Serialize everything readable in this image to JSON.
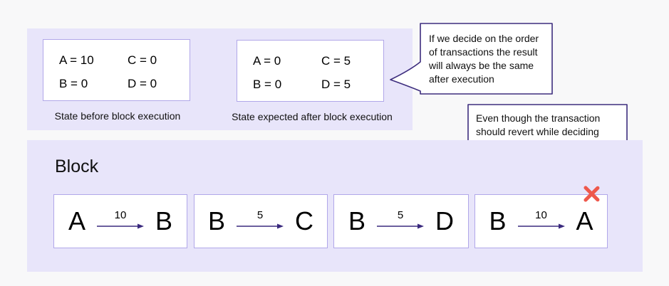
{
  "colors": {
    "background": "#f8f8f9",
    "panel": "#e8e5fa",
    "box_border": "#b1a7e9",
    "callout_border": "#3d2d7e",
    "arrow": "#3a2a7e",
    "reject_x": "#ee584c",
    "text": "#000000"
  },
  "states": {
    "before": {
      "caption": "State before block execution",
      "values": [
        [
          "A = 10",
          "C = 0"
        ],
        [
          "B = 0",
          "D = 0"
        ]
      ]
    },
    "after": {
      "caption": "State expected after block execution",
      "values": [
        [
          "A = 0",
          "C = 5"
        ],
        [
          "B = 0",
          "D = 5"
        ]
      ]
    }
  },
  "callouts": {
    "order": {
      "text": "If we decide on the order of transactions the result will always be the same after execution"
    },
    "revert": {
      "text": "Even though the transaction should revert while deciding order it does not matter since we don’t execute right now"
    }
  },
  "block": {
    "title": "Block",
    "transactions": [
      {
        "from": "A",
        "amount": "10",
        "to": "B",
        "rejected": false
      },
      {
        "from": "B",
        "amount": "5",
        "to": "C",
        "rejected": false
      },
      {
        "from": "B",
        "amount": "5",
        "to": "D",
        "rejected": false
      },
      {
        "from": "B",
        "amount": "10",
        "to": "A",
        "rejected": true
      }
    ]
  }
}
